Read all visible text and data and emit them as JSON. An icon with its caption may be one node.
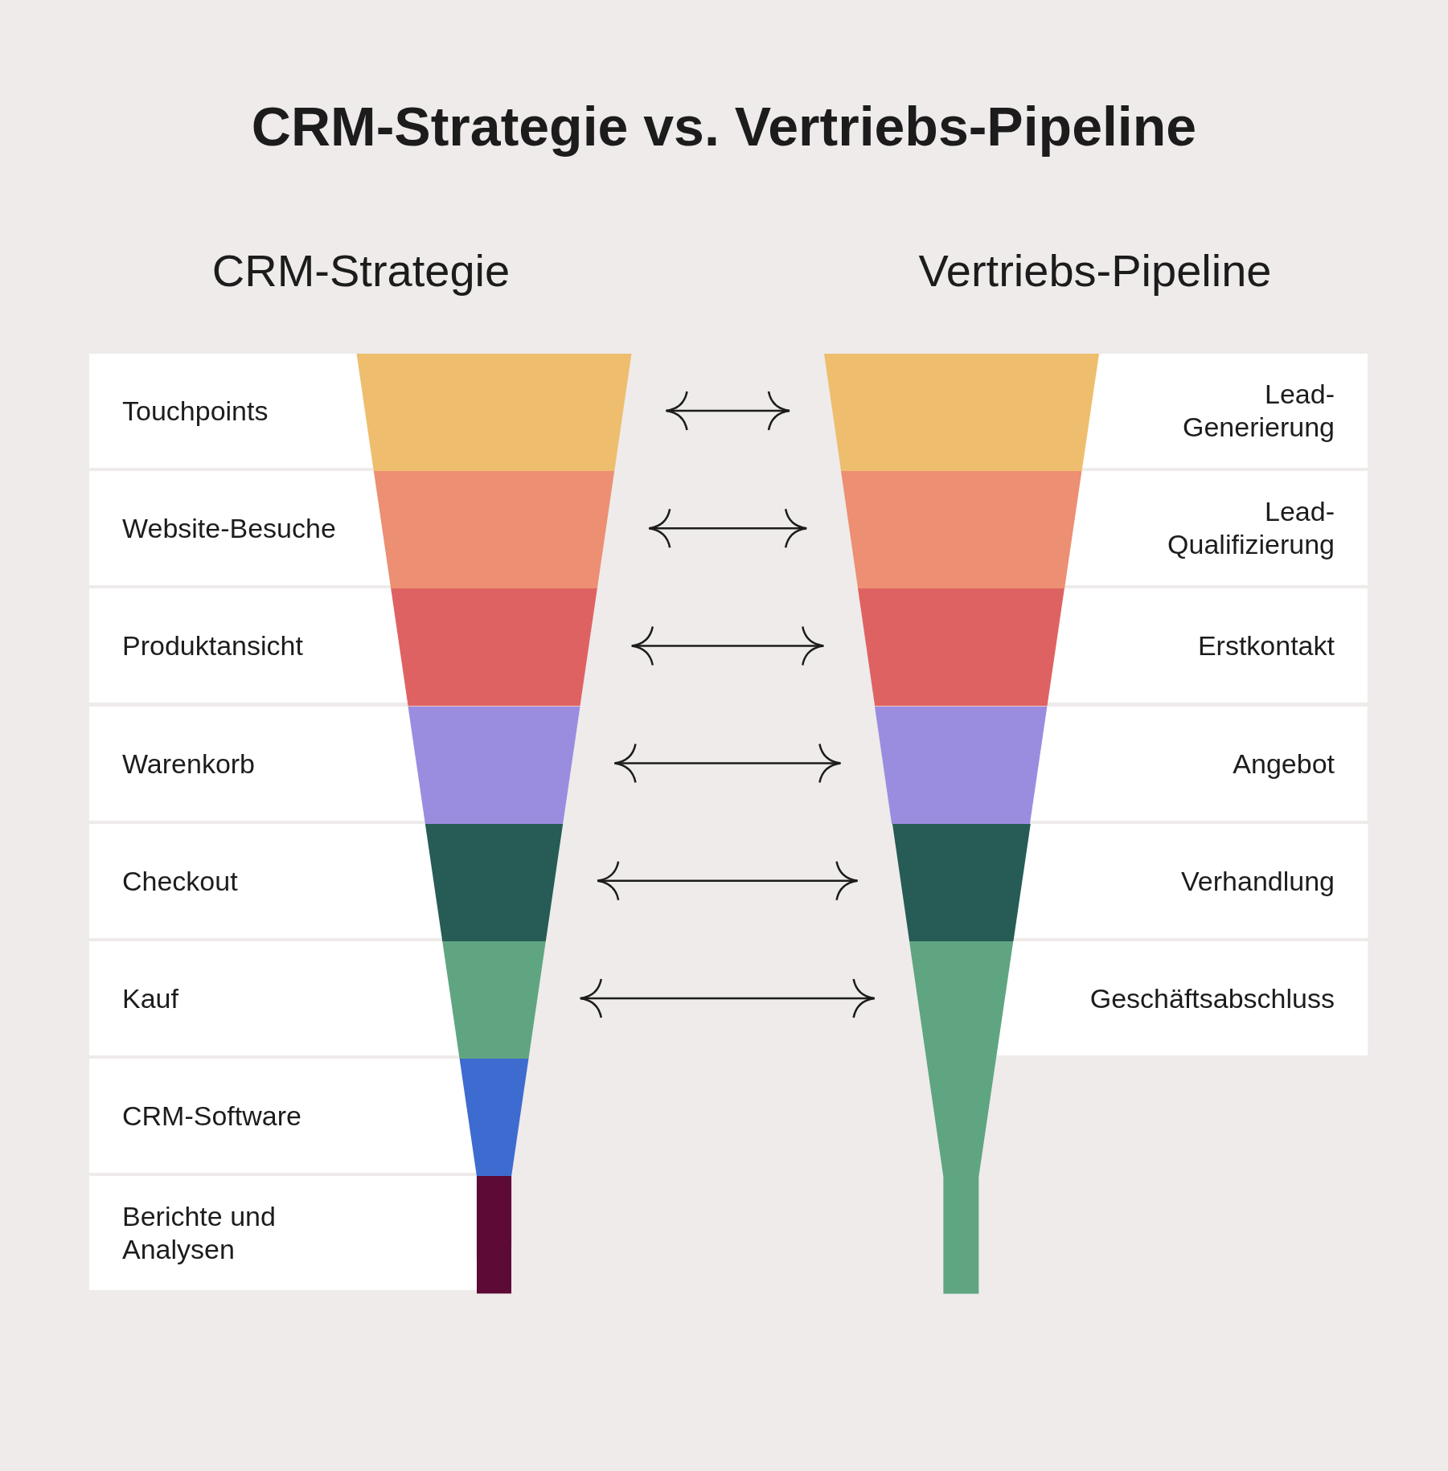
{
  "diagram": {
    "title": "CRM-Strategie vs. Vertriebs-Pipeline",
    "nodes": [
      {
        "text": [
          "Touchpoints"
        ]
      },
      {
        "text": [
          "Website-Besuche"
        ]
      },
      {
        "text": [
          "Produktansicht"
        ]
      },
      {
        "text": [
          "Warenkorb"
        ]
      },
      {
        "text": [
          "Checkout"
        ]
      },
      {
        "text": [
          "Kauf"
        ]
      },
      {
        "text": [
          "CRM-Software"
        ]
      },
      {
        "text": [
          "Berichte und Analysen"
        ]
      },
      {
        "text": [
          "Lead-Generierung"
        ]
      },
      {
        "text": [
          "Lead-Qualifizierung"
        ]
      },
      {
        "text": [
          "Erstkontakt"
        ]
      },
      {
        "text": [
          "Angebot"
        ]
      },
      {
        "text": [
          "Verhandlung"
        ]
      },
      {
        "text": [
          "Geschäftsabschluss"
        ]
      }
    ],
    "edges": [
      {
        "from": 0,
        "to": 8,
        "arrow": "both"
      },
      {
        "from": 1,
        "to": 9,
        "arrow": "both"
      },
      {
        "from": 2,
        "to": 10,
        "arrow": "both"
      },
      {
        "from": 3,
        "to": 11,
        "arrow": "both"
      },
      {
        "from": 4,
        "to": 12,
        "arrow": "both"
      },
      {
        "from": 5,
        "to": 13,
        "arrow": "both"
      }
    ],
    "labels": [
      "CRM-Strategie",
      "Vertriebs-Pipeline"
    ]
  }
}
